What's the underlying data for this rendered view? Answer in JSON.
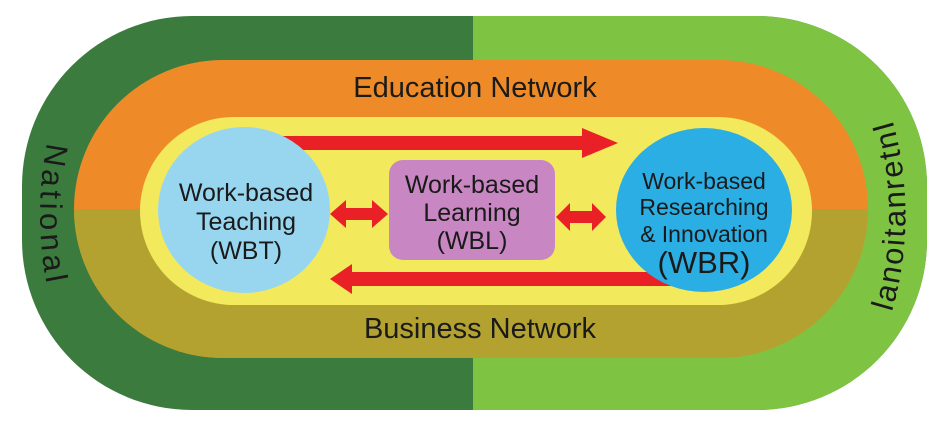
{
  "diagram": {
    "outer_ring": {
      "left_label": "National",
      "right_label": "International",
      "left_color": "#3b7c3e",
      "right_color": "#7fc342"
    },
    "network_ring": {
      "top_label": "Education Network",
      "bottom_label": "Business Network",
      "top_color": "#ee8b28",
      "bottom_color": "#b3a22f"
    },
    "core": {
      "bg_color": "#f2e95c"
    },
    "nodes": {
      "wbt": {
        "lines": [
          "Work-based",
          "Teaching",
          "(WBT)"
        ],
        "color": "#98d6f0"
      },
      "wbl": {
        "lines": [
          "Work-based",
          "Learning",
          "(WBL)"
        ],
        "color": "#c887c2"
      },
      "wbr": {
        "lines": [
          "Work-based",
          "Researching",
          "& Innovation",
          "(WBR)"
        ],
        "color": "#2aaee4"
      }
    },
    "arrows": {
      "color": "#e92127"
    },
    "text_color": "#1a1a1a"
  }
}
